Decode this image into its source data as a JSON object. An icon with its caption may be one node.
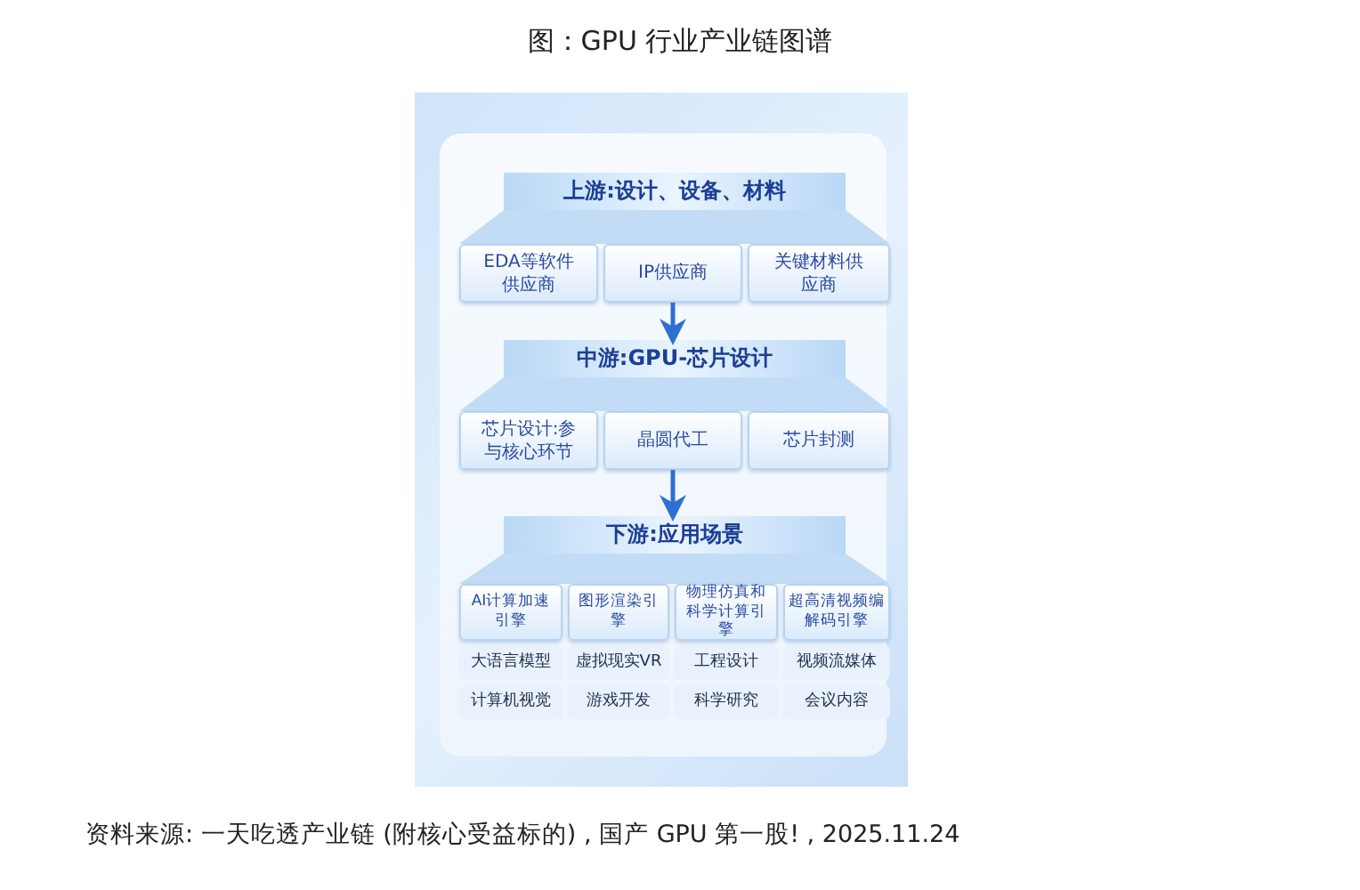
{
  "diagram": {
    "title": "图：GPU 行业产业链图谱",
    "caption": "资料来源: 一天吃透产业链 (附核心受益标的) , 国产 GPU 第一股! , 2025.11.24",
    "nodes": [
      {
        "text": [],
        "shape": "box"
      },
      {
        "text": [
          "上游:设计、设备、材料"
        ],
        "in": 0
      },
      {
        "text": [],
        "shape": "trapezoid",
        "in": 0
      },
      {
        "text": [
          "EDA等软件供应商"
        ],
        "in": 0
      },
      {
        "text": [
          "IP供应商"
        ],
        "in": 0
      },
      {
        "text": [
          "关键材料供应商"
        ],
        "in": 0
      },
      {
        "text": [
          "中游:GPU-芯片设计"
        ],
        "in": 0
      },
      {
        "text": [],
        "shape": "trapezoid",
        "in": 0
      },
      {
        "text": [
          "芯片设计:参与核心环节"
        ],
        "in": 0
      },
      {
        "text": [
          "晶圆代工"
        ],
        "in": 0
      },
      {
        "text": [
          "芯片封测"
        ],
        "in": 0
      },
      {
        "text": [
          "下游:应用场景"
        ],
        "in": 0
      },
      {
        "text": [],
        "shape": "trapezoid",
        "in": 0
      },
      {
        "text": [
          "AI计算加速引擎"
        ],
        "in": 0
      },
      {
        "text": [
          "图形渲染引擎"
        ],
        "in": 0
      },
      {
        "text": [
          "物理仿真和科学计算引擎"
        ],
        "in": 0
      },
      {
        "text": [
          "超高清视频编解码引擎"
        ],
        "in": 0
      },
      {
        "text": [
          "大语言模型"
        ],
        "in": 0
      },
      {
        "text": [
          "虚拟现实VR"
        ],
        "in": 0
      },
      {
        "text": [
          "工程设计"
        ],
        "in": 0
      },
      {
        "text": [
          "视频流媒体"
        ],
        "in": 0
      },
      {
        "text": [
          "计算机视觉"
        ],
        "in": 0
      },
      {
        "text": [
          "游戏开发"
        ],
        "in": 0
      },
      {
        "text": [
          "科学研究"
        ],
        "in": 0
      },
      {
        "text": [
          "会议内容"
        ],
        "in": 0
      }
    ],
    "edges": [
      {
        "from": 4,
        "to": 6,
        "arrow": "to"
      },
      {
        "from": 9,
        "to": 11,
        "arrow": "to"
      }
    ]
  }
}
